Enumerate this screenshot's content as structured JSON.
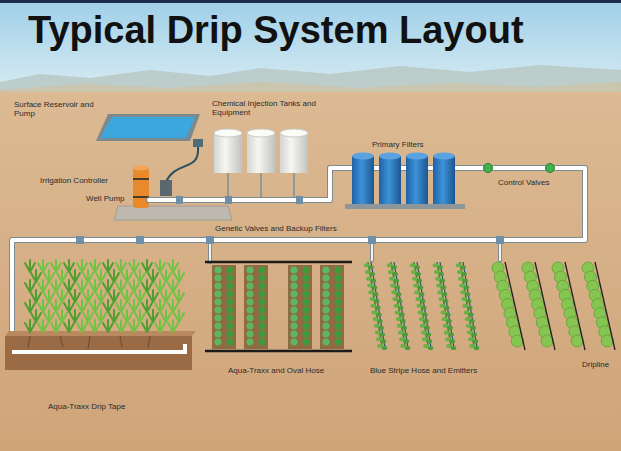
{
  "diagram": {
    "title": "Typical Drip System Layout",
    "labels": [
      "Surface Reservoir and Pump",
      "Chemical Injection Tanks and Equipment",
      "Primary Filters",
      "Irrigation Controller",
      "Control Valves",
      "Well Pump",
      "Genetic Valves and Backup Filters",
      "Dripline",
      "Aqua-Traxx and Oval Hose",
      "Blue Stripe Hose and Emitters",
      "Aqua-Traxx Drip Tape"
    ]
  }
}
